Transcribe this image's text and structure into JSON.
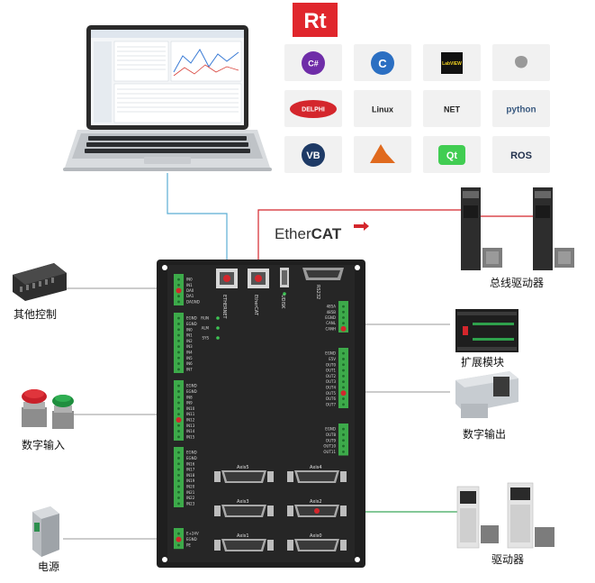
{
  "logo": {
    "text": "Rt"
  },
  "platforms": [
    {
      "label": "C#",
      "icon": "csharp-icon"
    },
    {
      "label": "C",
      "icon": "c-lang-icon"
    },
    {
      "label": "LabVIEW",
      "icon": "labview-icon"
    },
    {
      "label": "",
      "icon": "apple-icon"
    },
    {
      "label": "DELPHI",
      "icon": "delphi-icon"
    },
    {
      "label": "Linux",
      "icon": "linux-icon"
    },
    {
      "label": "NET",
      "icon": "dotnet-icon"
    },
    {
      "label": "python",
      "icon": "python-icon"
    },
    {
      "label": "VB",
      "icon": "vb-icon"
    },
    {
      "label": "",
      "icon": "matlab-icon"
    },
    {
      "label": "Qt",
      "icon": "qt-icon"
    },
    {
      "label": "ROS",
      "icon": "ros-icon"
    }
  ],
  "ethercat": {
    "prefix": "Ether",
    "suffix": "CAT"
  },
  "captions": {
    "other_control": "其他控制",
    "digital_input": "数字输入",
    "power": "电源",
    "bus_drive": "总线驱动器",
    "expansion": "扩展模块",
    "digital_output": "数字输出",
    "drive": "驱动器"
  },
  "board": {
    "ports": {
      "ethernet": "ETHERNET",
      "ethercat": "EtherCAT",
      "udisk": "UDISK",
      "rs232": "RS232"
    },
    "leds": [
      "RUN",
      "ALM",
      "SYS"
    ],
    "left_top": [
      "IN0",
      "IN1",
      "DA0",
      "DA1",
      "DAGND"
    ],
    "left_mid": [
      "EGND",
      "EGND",
      "IN0",
      "IN1",
      "IN2",
      "IN3",
      "IN4",
      "IN5",
      "IN6",
      "IN7"
    ],
    "left_mid2": [
      "EGND",
      "EGND",
      "IN8",
      "IN9",
      "IN10",
      "IN11",
      "IN12",
      "IN13",
      "IN14",
      "IN15"
    ],
    "left_low": [
      "EGND",
      "EGND",
      "IN16",
      "IN17",
      "IN18",
      "IN19",
      "IN20",
      "IN21",
      "IN22",
      "IN23"
    ],
    "power": [
      "E+24V",
      "EGND",
      "PE"
    ],
    "right_top": [
      "485A",
      "485B",
      "EGND",
      "CANL",
      "CANH"
    ],
    "right_mid": [
      "EGND",
      "E5V",
      "OUT0",
      "OUT1",
      "OUT2",
      "OUT3",
      "OUT4",
      "OUT5",
      "OUT6",
      "OUT7"
    ],
    "right_low": [
      "EGND",
      "OUT8",
      "OUT9",
      "OUT10",
      "OUT11"
    ],
    "axes": [
      "Axis5",
      "Axis4",
      "Axis3",
      "Axis2",
      "Axis1",
      "Axis0"
    ]
  },
  "colors": {
    "accent": "#d4262c",
    "board": "#1f1f1f",
    "terminal": "#3daa4a",
    "cable_blue": "#5aaed4",
    "cable_green": "#3aa65a"
  }
}
